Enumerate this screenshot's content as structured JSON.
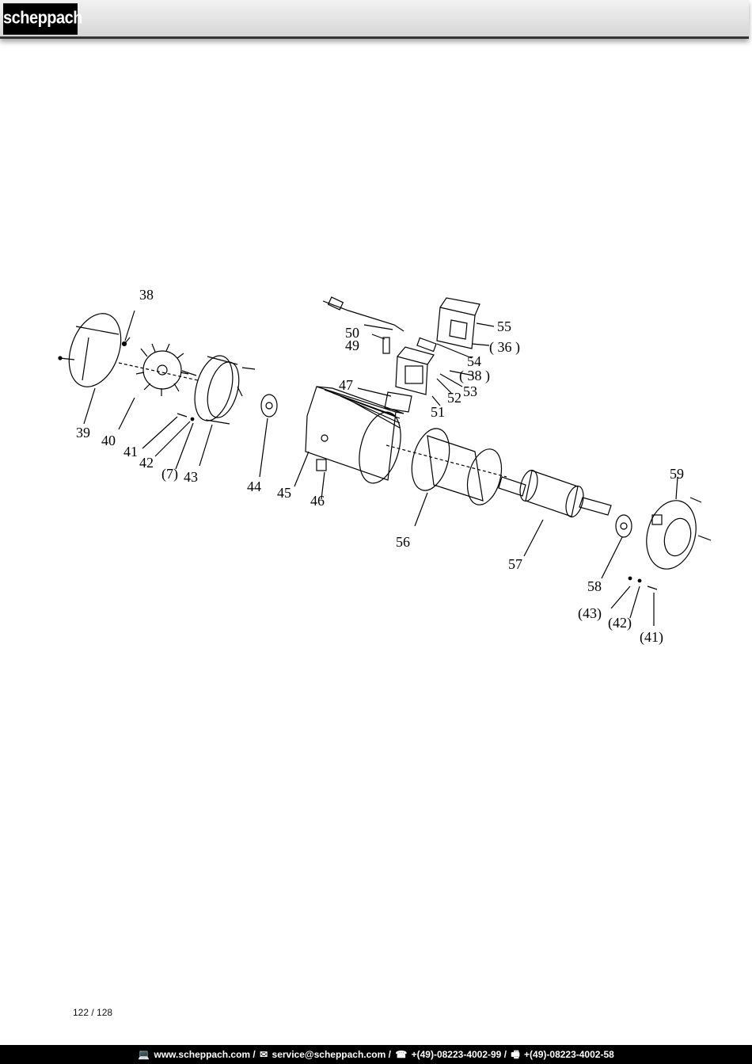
{
  "header": {
    "brand": "scheppach"
  },
  "diagram": {
    "callouts": [
      {
        "id": "38",
        "label": "38"
      },
      {
        "id": "39",
        "label": "39"
      },
      {
        "id": "40",
        "label": "40"
      },
      {
        "id": "41",
        "label": "41"
      },
      {
        "id": "42",
        "label": "42"
      },
      {
        "id": "7ref",
        "label": "(7)"
      },
      {
        "id": "43",
        "label": "43"
      },
      {
        "id": "44",
        "label": "44"
      },
      {
        "id": "45",
        "label": "45"
      },
      {
        "id": "46",
        "label": "46"
      },
      {
        "id": "47",
        "label": "47"
      },
      {
        "id": "49",
        "label": "49"
      },
      {
        "id": "50",
        "label": "50"
      },
      {
        "id": "51",
        "label": "51"
      },
      {
        "id": "52",
        "label": "52"
      },
      {
        "id": "53",
        "label": "53"
      },
      {
        "id": "38ref",
        "label": "( 38 )"
      },
      {
        "id": "54",
        "label": "54"
      },
      {
        "id": "36ref",
        "label": "( 36 )"
      },
      {
        "id": "55",
        "label": "55"
      },
      {
        "id": "56",
        "label": "56"
      },
      {
        "id": "57",
        "label": "57"
      },
      {
        "id": "58",
        "label": "58"
      },
      {
        "id": "59",
        "label": "59"
      },
      {
        "id": "43ref",
        "label": "(43)"
      },
      {
        "id": "42ref",
        "label": "(42)"
      },
      {
        "id": "41ref",
        "label": "(41)"
      }
    ]
  },
  "page": {
    "number": "122 / 128"
  },
  "footer": {
    "web_icon": "laptop-icon",
    "web": "www.scheppach.com /",
    "mail_icon": "envelope-icon",
    "mail": "service@scheppach.com /",
    "phone_icon": "telephone-icon",
    "phone": "+(49)-08223-4002-99 /",
    "fax_icon": "fax-icon",
    "fax": "+(49)-08223-4002-58"
  }
}
